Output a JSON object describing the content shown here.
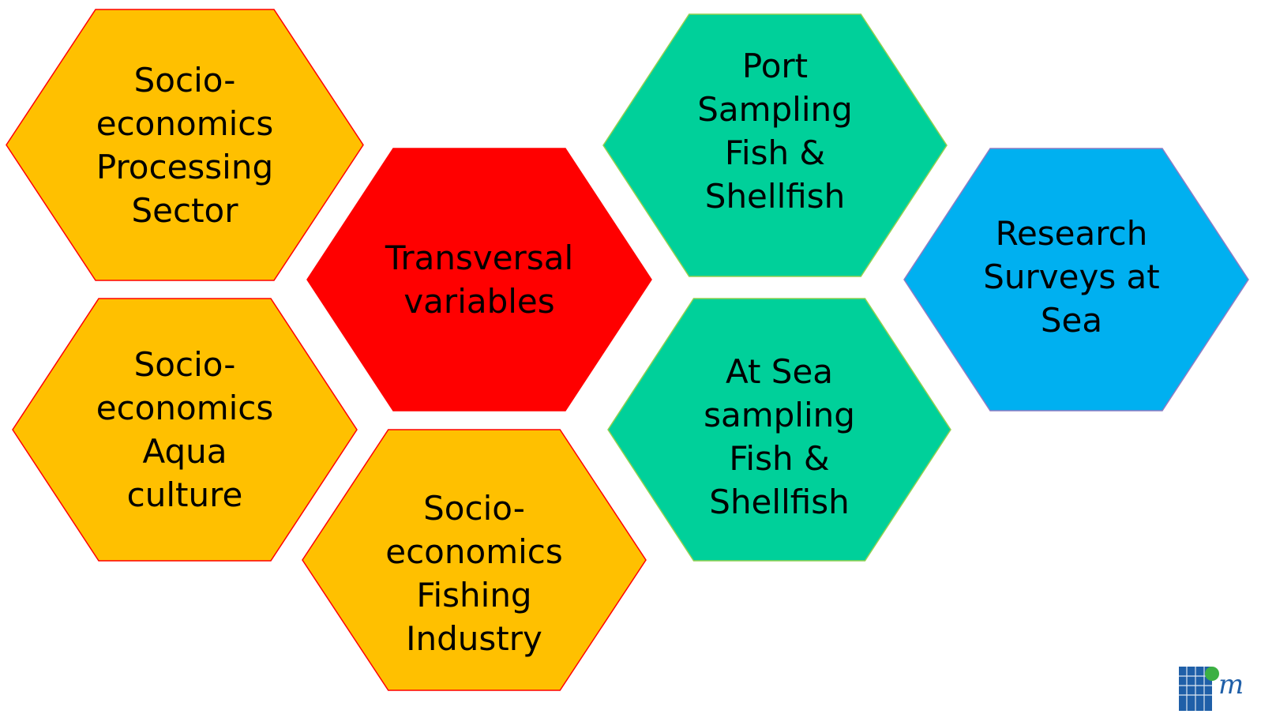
{
  "colors": {
    "socioeconomics": "#FFC000",
    "transversal": "#FF0000",
    "sampling": "#00D09A",
    "survey": "#00B0F0",
    "outline_red": "#FF0000",
    "outline_green": "#92D050",
    "outline_purple": "#8E7CC3",
    "logo_blue": "#1F5FA8",
    "logo_green": "#3CB043"
  },
  "hexes": [
    {
      "id": "socioeconomics-processing",
      "color": "socioeconomics",
      "outline": "outline_red",
      "lines": [
        "Socio-",
        "economics",
        "Processing",
        "Sector"
      ]
    },
    {
      "id": "socioeconomics-aquaculture",
      "color": "socioeconomics",
      "outline": "outline_red",
      "lines": [
        "Socio-",
        "economics",
        "Aqua",
        "culture"
      ]
    },
    {
      "id": "transversal-variables",
      "color": "transversal",
      "outline": "outline_red",
      "lines": [
        "Transversal",
        "variables"
      ]
    },
    {
      "id": "socioeconomics-fishing",
      "color": "socioeconomics",
      "outline": "outline_red",
      "lines": [
        "Socio-",
        "economics",
        "Fishing",
        "Industry"
      ]
    },
    {
      "id": "port-sampling",
      "color": "sampling",
      "outline": "outline_green",
      "lines": [
        "Port",
        "Sampling",
        "Fish &",
        "Shellfish"
      ]
    },
    {
      "id": "at-sea-sampling",
      "color": "sampling",
      "outline": "outline_green",
      "lines": [
        "At Sea",
        "sampling",
        "Fish &",
        "Shellfish"
      ]
    },
    {
      "id": "research-surveys",
      "color": "survey",
      "outline": "outline_purple",
      "lines": [
        "Research",
        "Surveys at",
        "Sea"
      ]
    }
  ],
  "logo": {
    "letter": "m"
  }
}
